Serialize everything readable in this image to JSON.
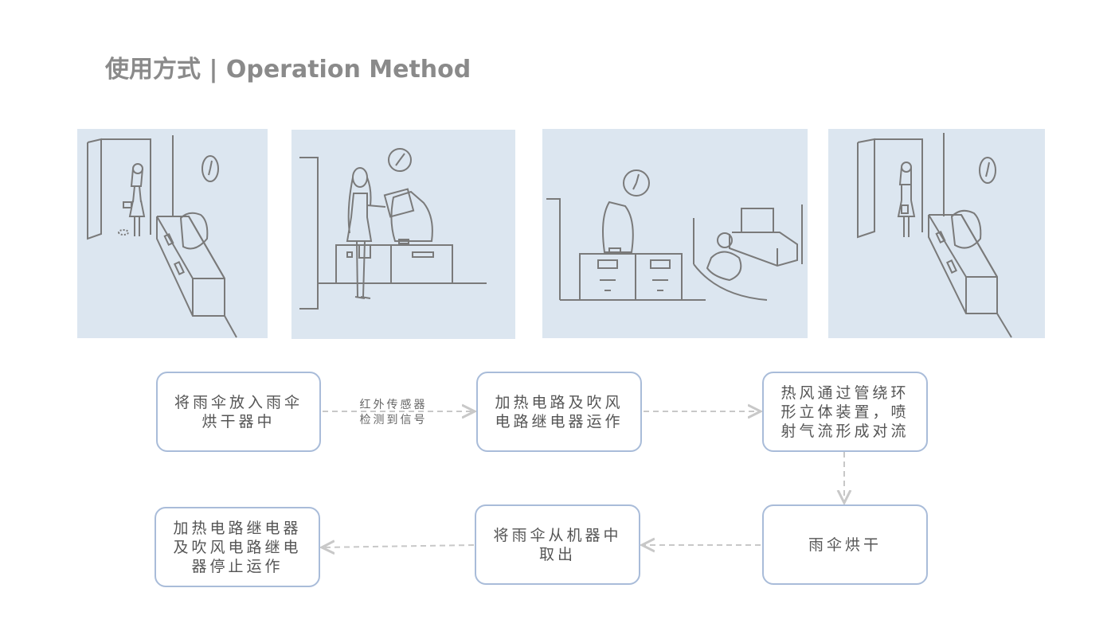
{
  "title": "使用方式 | Operation Method",
  "panels": [
    {
      "name": "scene-1-enter-door"
    },
    {
      "name": "scene-2-insert-umbrella"
    },
    {
      "name": "scene-3-watch-tv"
    },
    {
      "name": "scene-4-leave-door"
    }
  ],
  "steps": {
    "s1": "将雨伞放入雨伞烘干器中",
    "s2": "加热电路及吹风电路继电器运作",
    "s3": "热风通过管绕环形立体装置，喷射气流形成对流",
    "s4": "雨伞烘干",
    "s5": "将雨伞从机器中取出",
    "s6": "加热电路继电器及吹风电路继电器停止运作"
  },
  "arrow_label": {
    "line1": "红外传感器",
    "line2": "检测到信号"
  },
  "colors": {
    "panel_bg": "#dce6f0",
    "line": "#7a7a7a",
    "box_border": "#a9bcd9",
    "arrow": "#c8c8c8"
  }
}
